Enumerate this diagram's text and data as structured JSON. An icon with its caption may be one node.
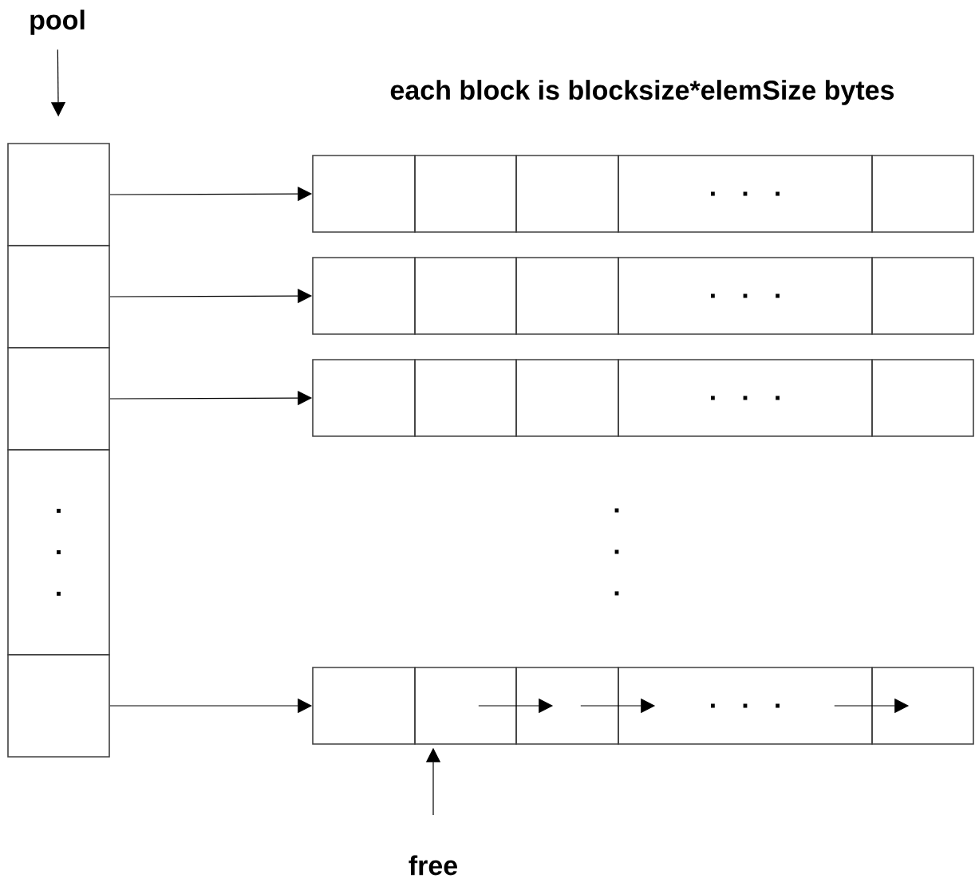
{
  "diagram": {
    "title": "each block is blocksize*elemSize bytes",
    "nodes": [
      {
        "text": [
          "pool"
        ]
      },
      {
        "text": [],
        "shape": "box"
      },
      {
        "text": [],
        "shape": "box"
      },
      {
        "text": [],
        "shape": "box"
      },
      {
        "text": [
          ". . ."
        ]
      },
      {
        "text": [],
        "shape": "box"
      },
      {
        "text": [],
        "shape": "box"
      },
      {
        "text": [],
        "shape": "box"
      },
      {
        "text": [],
        "shape": "box"
      },
      {
        "text": [
          ". . ."
        ]
      },
      {
        "text": [],
        "shape": "box"
      },
      {
        "text": [],
        "shape": "box"
      },
      {
        "text": [],
        "shape": "box"
      },
      {
        "text": [],
        "shape": "box"
      },
      {
        "text": [
          ". . ."
        ]
      },
      {
        "text": [],
        "shape": "box"
      },
      {
        "text": [],
        "shape": "box"
      },
      {
        "text": [],
        "shape": "box"
      },
      {
        "text": [],
        "shape": "box"
      },
      {
        "text": [
          ". . ."
        ]
      },
      {
        "text": [],
        "shape": "box"
      },
      {
        "text": [],
        "shape": "box"
      },
      {
        "text": [],
        "shape": "box"
      },
      {
        "text": [],
        "shape": "box"
      },
      {
        "text": [
          ". . ."
        ]
      },
      {
        "text": [],
        "shape": "box"
      },
      {
        "text": [
          "free"
        ]
      }
    ],
    "edges": [
      {
        "from": 0,
        "to": 1,
        "arrow": "to"
      },
      {
        "from": 1,
        "to": 6,
        "arrow": "to"
      },
      {
        "from": 2,
        "to": 11,
        "arrow": "to"
      },
      {
        "from": 3,
        "to": 16,
        "arrow": "to"
      },
      {
        "from": 5,
        "to": 21,
        "arrow": "to"
      },
      {
        "from": 26,
        "to": 22,
        "arrow": "to"
      },
      {
        "from": 22,
        "to": 23,
        "arrow": "to"
      },
      {
        "from": 23,
        "to": 24,
        "arrow": "to"
      },
      {
        "from": 24,
        "to": 25,
        "arrow": "to"
      }
    ],
    "labels": [
      ". . ."
    ]
  }
}
